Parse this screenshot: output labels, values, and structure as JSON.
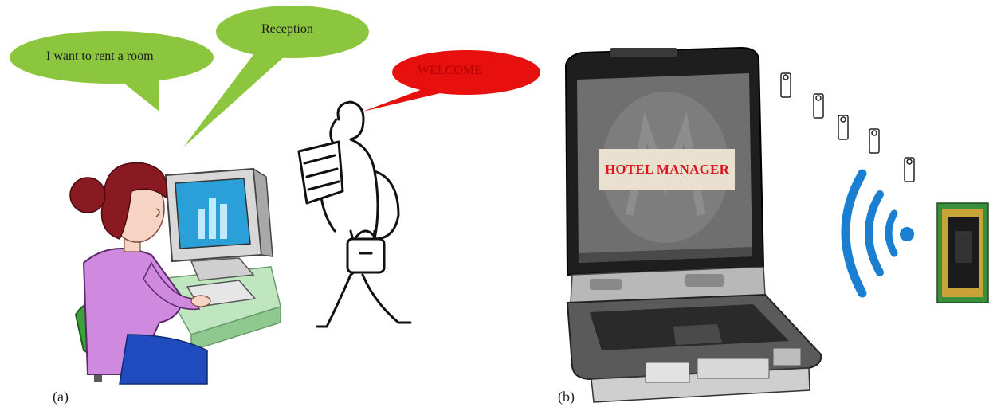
{
  "panel_a": {
    "label": "(a)",
    "bubble_left": "I want to rent a room",
    "bubble_right": "Reception",
    "bubble_welcome": "WELCOME"
  },
  "panel_b": {
    "label": "(b)",
    "screen_text": "HOTEL MANAGER"
  },
  "colors": {
    "speech_green": "#8cc63f",
    "welcome_red": "#e8100f",
    "wifi_blue": "#1a7fd0",
    "title_red": "#d8191f"
  }
}
